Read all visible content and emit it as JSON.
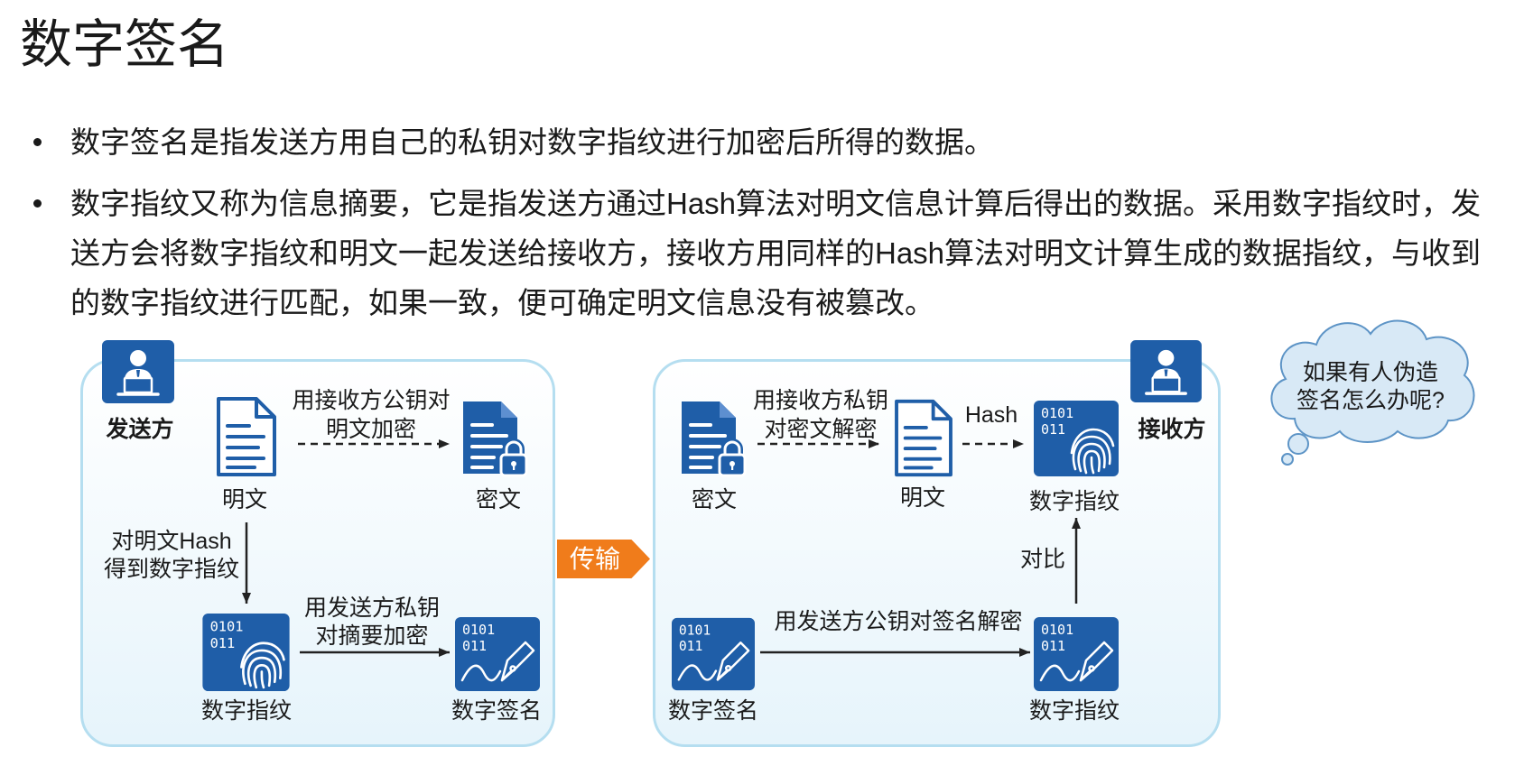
{
  "title": "数字签名",
  "bullets": [
    {
      "lines": [
        "数字签名是指发送方用自己的私钥对数字指纹进行加密后所得的数据。"
      ]
    },
    {
      "lines": [
        "数字指纹又称为信息摘要，它是指发送方通过Hash算法对明文信息计算后得出的数据。采用数字指纹时，发",
        "送方会将数字指纹和明文一起发送给接收方，接收方用同样的Hash算法对明文计算生成的数据指纹，与收到",
        "的数字指纹进行匹配，如果一致，便可确定明文信息没有被篡改。"
      ]
    }
  ],
  "sender": {
    "role": "发送方",
    "plaintext": "明文",
    "encrypt_note": [
      "用接收方公钥对",
      "明文加密"
    ],
    "ciphertext": "密文",
    "hash_note": [
      "对明文Hash",
      "得到数字指纹"
    ],
    "fingerprint": "数字指纹",
    "sign_note": [
      "用发送方私钥",
      "对摘要加密"
    ],
    "signature": "数字签名"
  },
  "transfer": "传输",
  "receiver": {
    "role": "接收方",
    "ciphertext": "密文",
    "decrypt_note": [
      "用接收方私钥",
      "对密文解密"
    ],
    "plaintext": "明文",
    "hash_label": "Hash",
    "fingerprint_top": "数字指纹",
    "compare": "对比",
    "signature": "数字签名",
    "verify_note": "用发送方公钥对签名解密",
    "fingerprint_bottom": "数字指纹"
  },
  "icon_bits": [
    "0101",
    "011"
  ],
  "cloud": [
    "如果有人伪造",
    "签名怎么办呢?"
  ],
  "colors": {
    "blue": "#1f5ea8",
    "orange": "#f07c1b",
    "panel_border": "#b5def0",
    "panel_fill": "#e6f4fb",
    "cloud_fill": "#d8e9f6",
    "cloud_stroke": "#5d94c6"
  }
}
